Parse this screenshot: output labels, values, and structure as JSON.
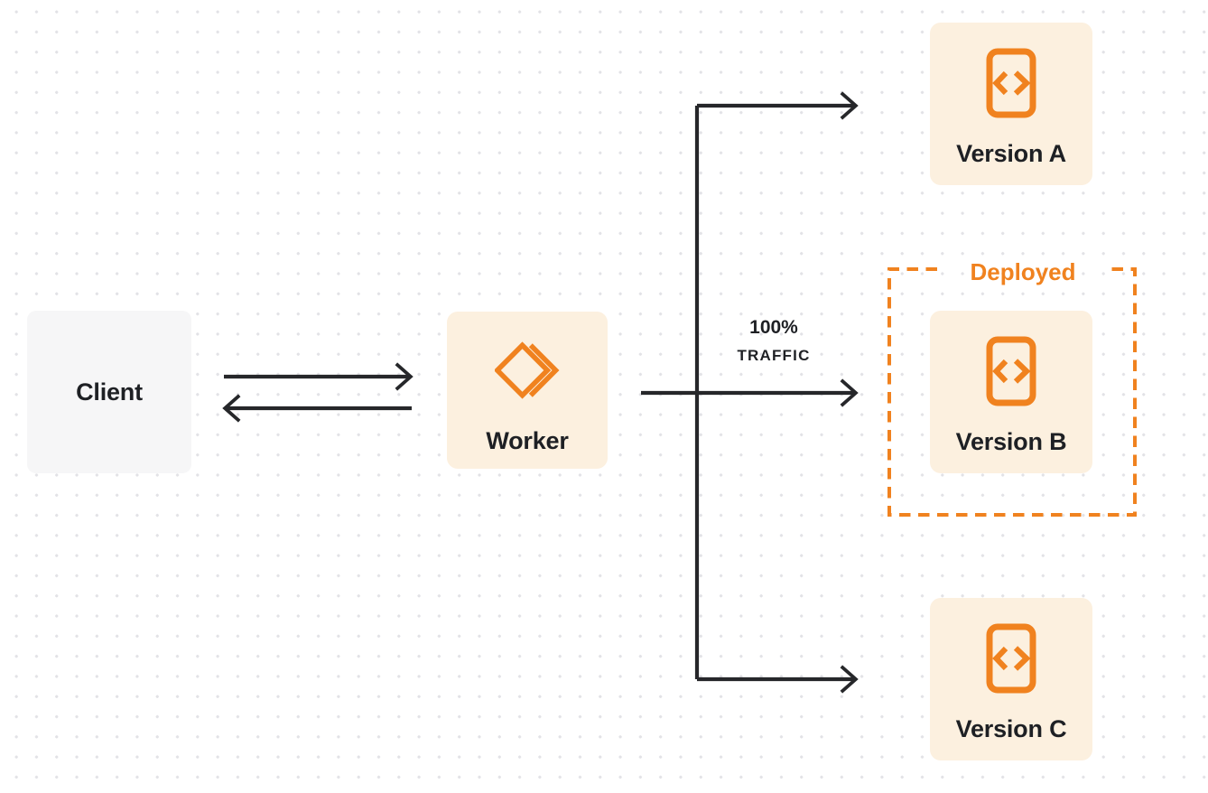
{
  "colors": {
    "accent": "#F0821F",
    "ink": "#26272A",
    "text": "#1E2024",
    "node-bg": "#FCF0DF",
    "client-bg": "#F6F6F7",
    "canvas-bg": "#FFFFFF",
    "dot": "#E2E2E6"
  },
  "nodes": {
    "client": {
      "label": "Client"
    },
    "worker": {
      "label": "Worker",
      "icon": "cloudflare-workers-icon"
    },
    "version_a": {
      "label": "Version A",
      "icon": "code-file-icon"
    },
    "version_b": {
      "label": "Version B",
      "icon": "code-file-icon"
    },
    "version_c": {
      "label": "Version C",
      "icon": "code-file-icon"
    }
  },
  "annotations": {
    "deployed": "Deployed",
    "traffic_percent": "100%",
    "traffic_word": "TRAFFIC"
  }
}
